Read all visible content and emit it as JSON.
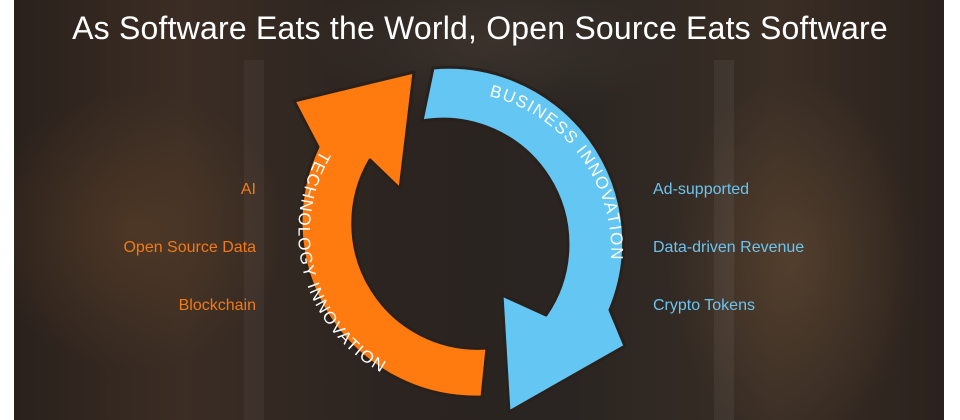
{
  "title": "As Software Eats the World, Open Source Eats Software",
  "cycle": {
    "technology_label": "TECHNOLOGY INNOVATION",
    "business_label": "BUSINESS INNOVATION",
    "technology_color": "#ff7a0f",
    "business_color": "#63c6f3"
  },
  "technology_items": [
    "AI",
    "Open Source Data",
    "Blockchain"
  ],
  "business_items": [
    "Ad-supported",
    "Data-driven Revenue",
    "Crypto Tokens"
  ]
}
